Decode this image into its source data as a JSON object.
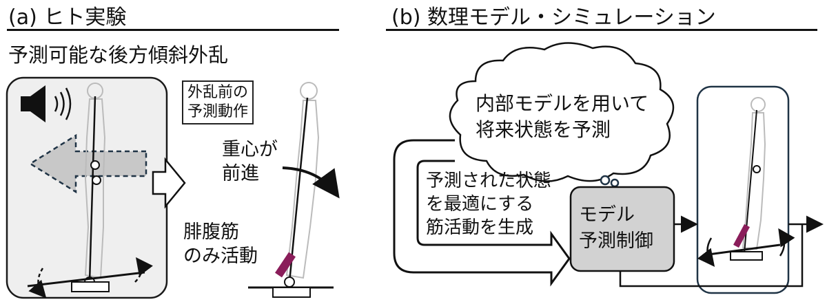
{
  "panel_a": {
    "title": "(a) ヒト実験",
    "subtitle": "予測可能な後方傾斜外乱",
    "box_label": [
      "外乱前の",
      "予測動作"
    ],
    "com_label": [
      "重心が",
      "前進"
    ],
    "muscle_label": [
      "腓腹筋",
      "のみ活動"
    ]
  },
  "panel_b": {
    "title": "(b) 数理モデル・シミュレーション",
    "cloud_text": [
      "内部モデルを用いて",
      "将来状態を予測"
    ],
    "loop_text": [
      "予測された状態",
      "を最適にする",
      "筋活動を生成"
    ],
    "controller_label": [
      "モデル",
      "予測制御"
    ]
  },
  "colors": {
    "panel_bg": "#efefef",
    "panel_border": "#1a1a1a",
    "arrow_fill": "#c8c8c8",
    "arrow_border": "#1f3345",
    "muscle": "#8a1d5a",
    "controller_fill": "#d2d2d2",
    "sim_border": "#1f3345"
  },
  "icons": [
    "speaker-icon",
    "sound-wave-icon",
    "backward-arrow-icon",
    "rotation-arrow-icon",
    "human-figure-icon"
  ]
}
